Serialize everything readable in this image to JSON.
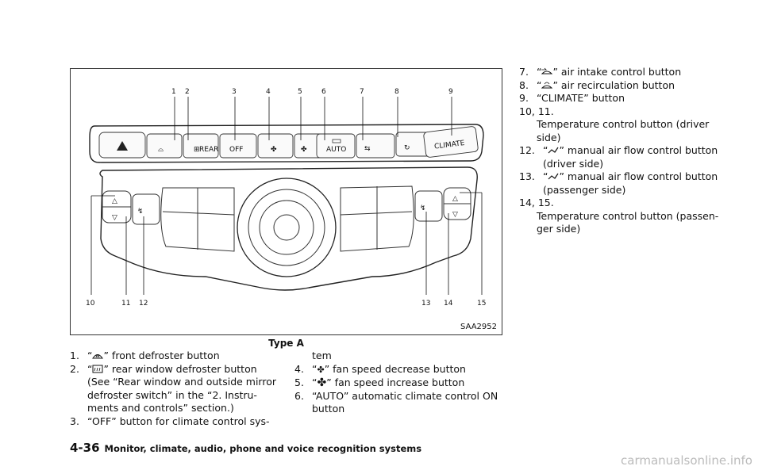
{
  "figure": {
    "code": "SAA2952",
    "caption": "Type A",
    "callouts": [
      "1",
      "2",
      "3",
      "4",
      "5",
      "6",
      "7",
      "8",
      "9",
      "10",
      "11",
      "12",
      "13",
      "14",
      "15"
    ],
    "button_labels": {
      "rear": "REAR",
      "off": "OFF",
      "auto": "AUTO",
      "climate": "CLIMATE"
    }
  },
  "items_col1": [
    {
      "num": "1.",
      "pre": "“",
      "icon": "front-defroster-icon",
      "post": "” front defroster button"
    },
    {
      "num": "2.",
      "pre": "“",
      "icon": "rear-defroster-icon",
      "post": "” rear window defroster button (See “Rear window and outside mirror defroster switch” in the “2. Instru-ments and controls” section.)"
    },
    {
      "num": "3.",
      "text": "“OFF” button for climate control sys-"
    }
  ],
  "col2_continuation": "tem",
  "items_col2": [
    {
      "num": "4.",
      "pre": "“",
      "icon": "fan-low-icon",
      "post": "” fan speed decrease button"
    },
    {
      "num": "5.",
      "pre": "“",
      "icon": "fan-high-icon",
      "post": "” fan speed increase button"
    },
    {
      "num": "6.",
      "text": "“AUTO” automatic climate control ON button"
    }
  ],
  "items_col3": [
    {
      "num": "7.",
      "pre": "“",
      "icon": "air-intake-icon",
      "post": "” air intake control button"
    },
    {
      "num": "8.",
      "pre": "“",
      "icon": "air-recirculation-icon",
      "post": "” air recirculation button"
    },
    {
      "num": "9.",
      "text": "“CLIMATE” button"
    },
    {
      "num": "10, 11.",
      "text": "Temperature control button (driver side)"
    },
    {
      "num": "12.",
      "pre": "“",
      "icon": "manual-airflow-icon",
      "post": "” manual air flow control button (driver side)"
    },
    {
      "num": "13.",
      "pre": "“",
      "icon": "manual-airflow-icon",
      "post": "” manual air flow control button (passenger side)"
    },
    {
      "num": "14, 15.",
      "text": "Temperature control button (passen-ger side)"
    }
  ],
  "footer": {
    "page": "4-36",
    "title": "Monitor, climate, audio, phone and voice recognition systems"
  },
  "watermark": "carmanualsonline.info"
}
